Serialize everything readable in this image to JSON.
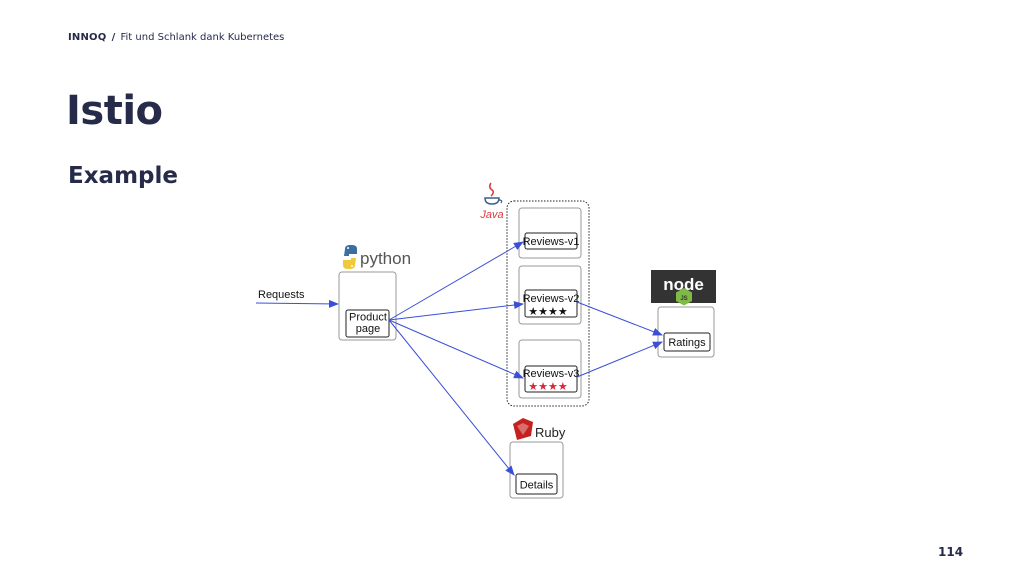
{
  "header": {
    "brand": "INNOQ",
    "separator": "/",
    "deck_title": "Fit und Schlank dank Kubernetes"
  },
  "title": "Istio",
  "subtitle": "Example",
  "page_number": "114",
  "diagram": {
    "requests_label": "Requests",
    "product_page_label": [
      "Product",
      "page"
    ],
    "reviews_v1_label": "Reviews-v1",
    "reviews_v2_label": "Reviews-v2",
    "reviews_v2_stars": "★★★★",
    "reviews_v3_label": "Reviews-v3",
    "reviews_v3_stars": "★★★★",
    "ratings_label": "Ratings",
    "details_label": "Details",
    "python_logo_text": "python",
    "java_logo_text": "Java",
    "ruby_logo_text": "Ruby",
    "node_logo_text": "node",
    "node_logo_badge": "JS",
    "colors": {
      "arrow": "#3a4fd6",
      "stars_black": "#111111",
      "stars_red": "#d9263a",
      "java_red": "#e0353a",
      "ruby_red": "#c5221f",
      "node_bg": "#333333",
      "node_green": "#7fbb44",
      "python_blue": "#3b6fa3",
      "python_yellow": "#f0c93a"
    }
  }
}
